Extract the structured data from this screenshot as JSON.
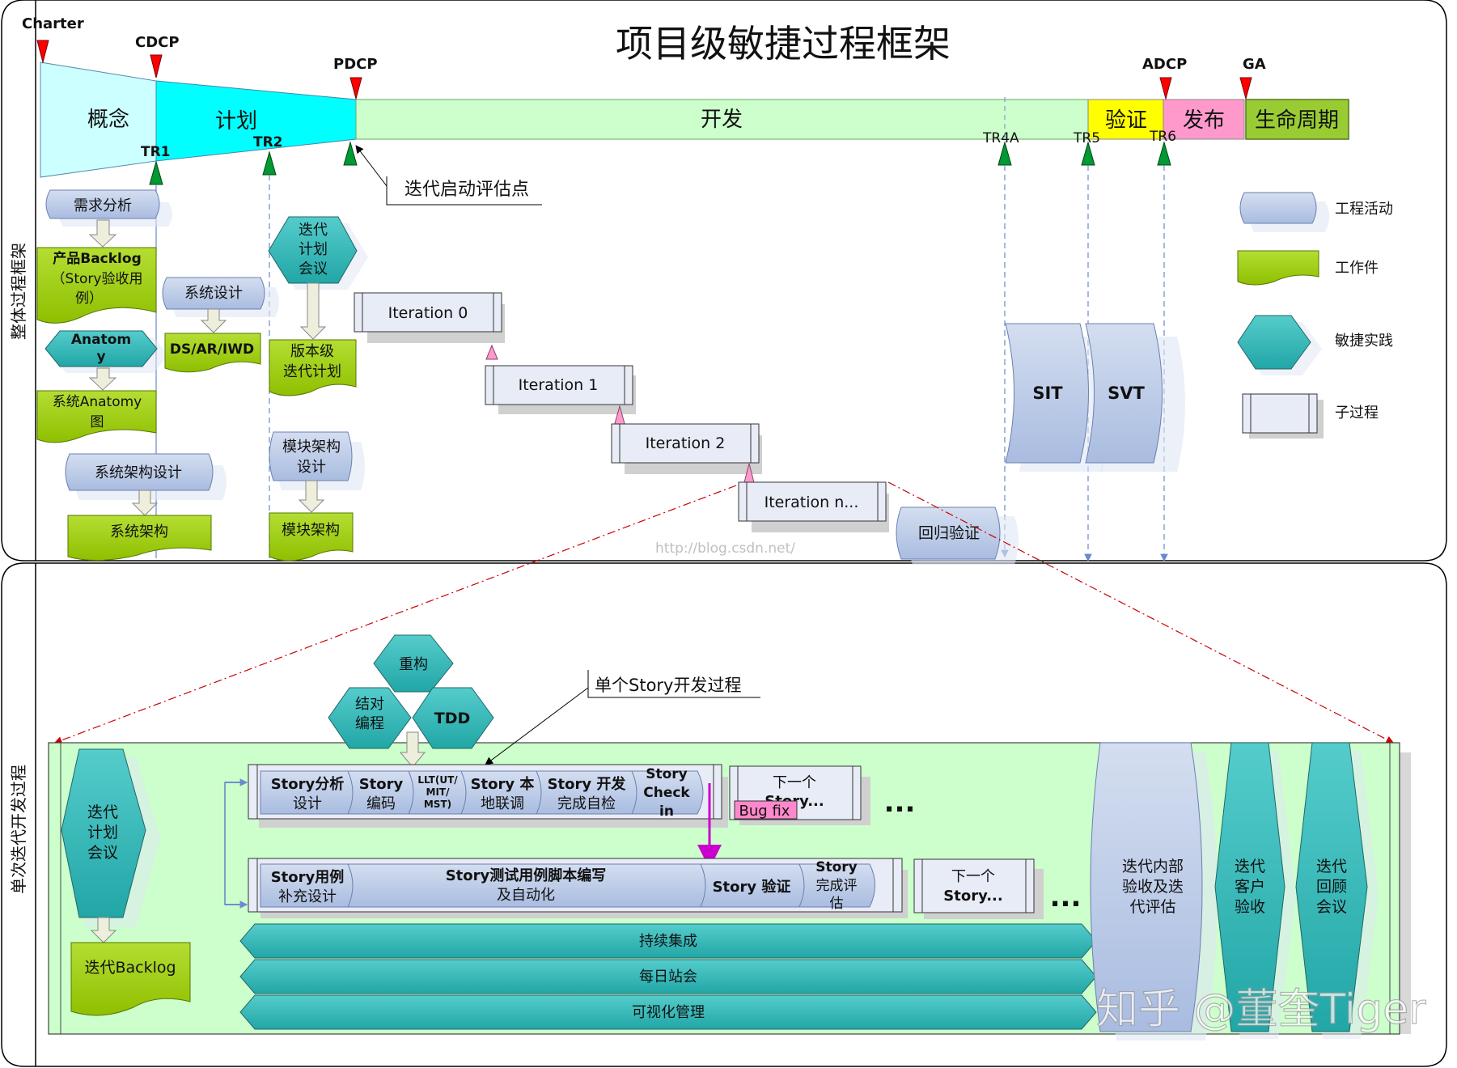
{
  "title": "项目级敏捷过程框架",
  "watermark": "http://blog.csdn.net/",
  "attribution": "知乎 @董奎Tiger",
  "side_labels": {
    "top": "整体过程框架",
    "bottom": "单次迭代开发过程"
  },
  "milestones": {
    "charter": "Charter",
    "cdcp": "CDCP",
    "pdcp": "PDCP",
    "adcp": "ADCP",
    "ga": "GA"
  },
  "phases": {
    "concept": "概念",
    "plan": "计划",
    "develop": "开发",
    "verify": "验证",
    "release": "发布",
    "lifecycle": "生命周期"
  },
  "tr": {
    "tr1": "TR1",
    "tr2": "TR2",
    "tr4a": "TR4A",
    "tr5": "TR5",
    "tr6": "TR6"
  },
  "callouts": {
    "iteration_start": "迭代启动评估点",
    "single_story": "单个Story开发过程"
  },
  "concept_col": {
    "req_analysis": "需求分析",
    "product_backlog": [
      "产品Backlog",
      "（Story验收用",
      "例）"
    ],
    "anatomy": [
      "Anatom",
      "y"
    ],
    "system_anatomy": [
      "系统Anatomy",
      "图"
    ],
    "arch_design": "系统架构设计",
    "system_arch": "系统架构"
  },
  "plan_col": {
    "system_design": "系统设计",
    "ds_ar_iwd": "DS/AR/IWD",
    "iter_plan_meeting": [
      "迭代",
      "计划",
      "会议"
    ],
    "release_iter_plan": [
      "版本级",
      "迭代计划"
    ],
    "module_arch_design": [
      "模块架构",
      "设计"
    ],
    "module_arch": "模块架构"
  },
  "iterations": [
    "Iteration 0",
    "Iteration 1",
    "Iteration 2",
    "Iteration n..."
  ],
  "regression": "回归验证",
  "sit": "SIT",
  "svt": "SVT",
  "legend": {
    "activity": "工程活动",
    "artifact": "工作件",
    "practice": "敏捷实践",
    "subprocess": "子过程"
  },
  "practices": {
    "refactor": "重构",
    "pair": [
      "结对",
      "编程"
    ],
    "tdd": "TDD"
  },
  "iteration_detail": {
    "plan_meeting": [
      "迭代",
      "计划",
      "会议"
    ],
    "backlog": "迭代Backlog",
    "dev_row": [
      [
        "Story分析",
        "设计"
      ],
      [
        "Story",
        "编码"
      ],
      [
        "LLT(UT/",
        "MIT/",
        "MST)"
      ],
      [
        "Story 本",
        "地联调"
      ],
      [
        "Story 开发",
        "完成自检"
      ],
      [
        "Story",
        "Check",
        "in"
      ]
    ],
    "next_story_1": [
      "下一个",
      "Story..."
    ],
    "bug_fix": "Bug fix",
    "test_row": [
      [
        "Story用例",
        "补充设计"
      ],
      [
        "Story测试用例脚本编写",
        "及自动化"
      ],
      [
        "Story 验证"
      ],
      [
        "Story",
        "完成评",
        "估"
      ]
    ],
    "next_story_2": [
      "下一个",
      "Story..."
    ],
    "ellipsis": "...",
    "ci": "持续集成",
    "daily": "每日站会",
    "visual": "可视化管理",
    "internal_accept": [
      "迭代内部",
      "验收及迭",
      "代评估"
    ],
    "customer_accept": [
      "迭代",
      "客户",
      "验收"
    ],
    "retro": [
      "迭代",
      "回顾",
      "会议"
    ]
  },
  "colors": {
    "activity": "#b8c8e4",
    "artifact": "#99cc00",
    "practice": "#33b5b5",
    "concept": "#ccffff",
    "plan": "#00ffff",
    "develop": "#ccffcc",
    "verify": "#ffff00",
    "release": "#ff99cc",
    "lifecycle": "#99cc33"
  }
}
